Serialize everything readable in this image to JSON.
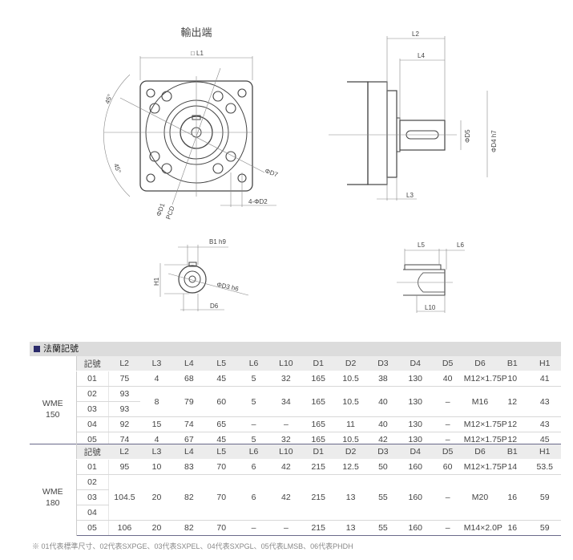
{
  "drawing": {
    "title": "輸出端",
    "labels": {
      "l1": "□ L1",
      "angle1": "45°",
      "angle2": "45°",
      "d7": "ΦD7",
      "d1": "ΦD1",
      "pcd": "PCD",
      "d2": "4-ΦD2",
      "l2": "L2",
      "l4": "L4",
      "l3": "L3",
      "d5": "ΦD5",
      "d4": "ΦD4 h7",
      "b1": "B1 h9",
      "h1": "H1",
      "d3": "ΦD3 h6",
      "d6": "D6",
      "l5": "L5",
      "l6": "L6",
      "l10": "L10"
    }
  },
  "section_title": "法蘭記號",
  "columns": [
    "記號",
    "L2",
    "L3",
    "L4",
    "L5",
    "L6",
    "L10",
    "D1",
    "D2",
    "D3",
    "D4",
    "D5",
    "D6",
    "B1",
    "H1"
  ],
  "groups": [
    {
      "name": "WME\n150",
      "rows": [
        [
          "01",
          "75",
          "4",
          "68",
          "45",
          "5",
          "32",
          "165",
          "10.5",
          "38",
          "130",
          "40",
          "M12×1.75P",
          "10",
          "41"
        ],
        [
          "02",
          "93",
          "8",
          "79",
          "60",
          "5",
          "34",
          "165",
          "10.5",
          "40",
          "130",
          "–",
          "M16",
          "12",
          "43"
        ],
        [
          "03",
          "93",
          null,
          null,
          null,
          null,
          null,
          null,
          null,
          null,
          null,
          null,
          null,
          null,
          null
        ],
        [
          "04",
          "92",
          "15",
          "74",
          "65",
          "–",
          "–",
          "165",
          "11",
          "40",
          "130",
          "–",
          "M12×1.75P",
          "12",
          "43"
        ],
        [
          "05",
          "74",
          "4",
          "67",
          "45",
          "5",
          "32",
          "165",
          "10.5",
          "42",
          "130",
          "–",
          "M12×1.75P",
          "12",
          "45"
        ]
      ]
    },
    {
      "name": "WME\n180",
      "rows": [
        [
          "01",
          "95",
          "10",
          "83",
          "70",
          "6",
          "42",
          "215",
          "12.5",
          "50",
          "160",
          "60",
          "M12×1.75P",
          "14",
          "53.5"
        ],
        [
          "02",
          "104.5",
          "20",
          "82",
          "70",
          "6",
          "42",
          "215",
          "13",
          "55",
          "160",
          "–",
          "M20",
          "16",
          "59"
        ],
        [
          "03",
          null,
          null,
          null,
          null,
          null,
          null,
          null,
          null,
          null,
          null,
          null,
          null,
          null,
          null
        ],
        [
          "04",
          null,
          null,
          null,
          null,
          null,
          null,
          null,
          null,
          null,
          null,
          null,
          null,
          null,
          null
        ],
        [
          "05",
          "106",
          "20",
          "82",
          "70",
          "–",
          "–",
          "215",
          "13",
          "55",
          "160",
          "–",
          "M14×2.0P",
          "16",
          "59"
        ]
      ]
    }
  ],
  "footnote": "※ 01代表標準尺寸、02代表SXPGE、03代表SXPEL、04代表SXPGL、05代表LMSB、06代表PHDH"
}
